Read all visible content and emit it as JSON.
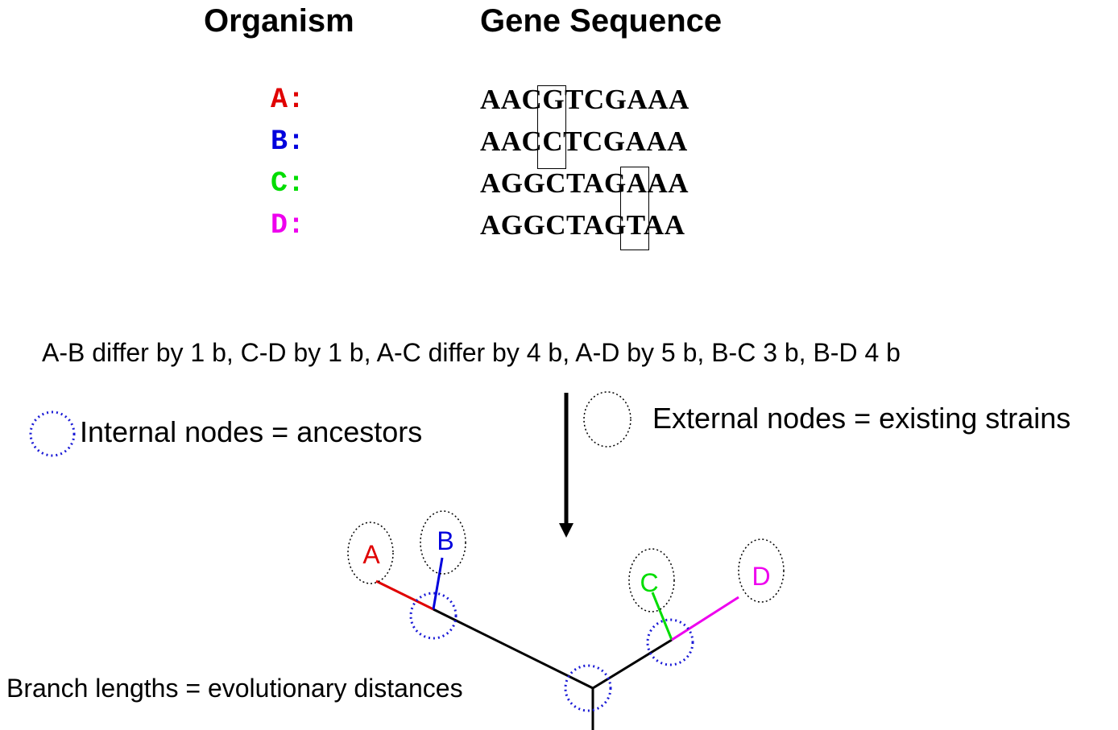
{
  "header": {
    "organism": "Organism",
    "gene_sequence": "Gene Sequence"
  },
  "organisms": [
    {
      "label": "A:",
      "sequence": "AACGTCGAAA",
      "color": "#e00000"
    },
    {
      "label": "B:",
      "sequence": "AACCTCGAAA",
      "color": "#0000dd"
    },
    {
      "label": "C:",
      "sequence": "AGGCTAGAAA",
      "color": "#00dd00"
    },
    {
      "label": "D:",
      "sequence": "AGGCTAGTAA",
      "color": "#ee00ee"
    }
  ],
  "differences_text": "A-B differ by 1 b, C-D by 1 b, A-C differ by 4 b, A-D by  5 b, B-C 3 b, B-D 4 b",
  "legend": {
    "internal_nodes": "Internal nodes = ancestors",
    "external_nodes": "External nodes = existing strains",
    "internal_color": "#1a1ad6",
    "external_color": "#000000"
  },
  "branch_lengths_text": "Branch lengths = evolutionary distances",
  "tree": {
    "tips": [
      {
        "name": "A",
        "color": "#e00000"
      },
      {
        "name": "B",
        "color": "#0000dd"
      },
      {
        "name": "C",
        "color": "#00dd00"
      },
      {
        "name": "D",
        "color": "#ee00ee"
      }
    ]
  }
}
